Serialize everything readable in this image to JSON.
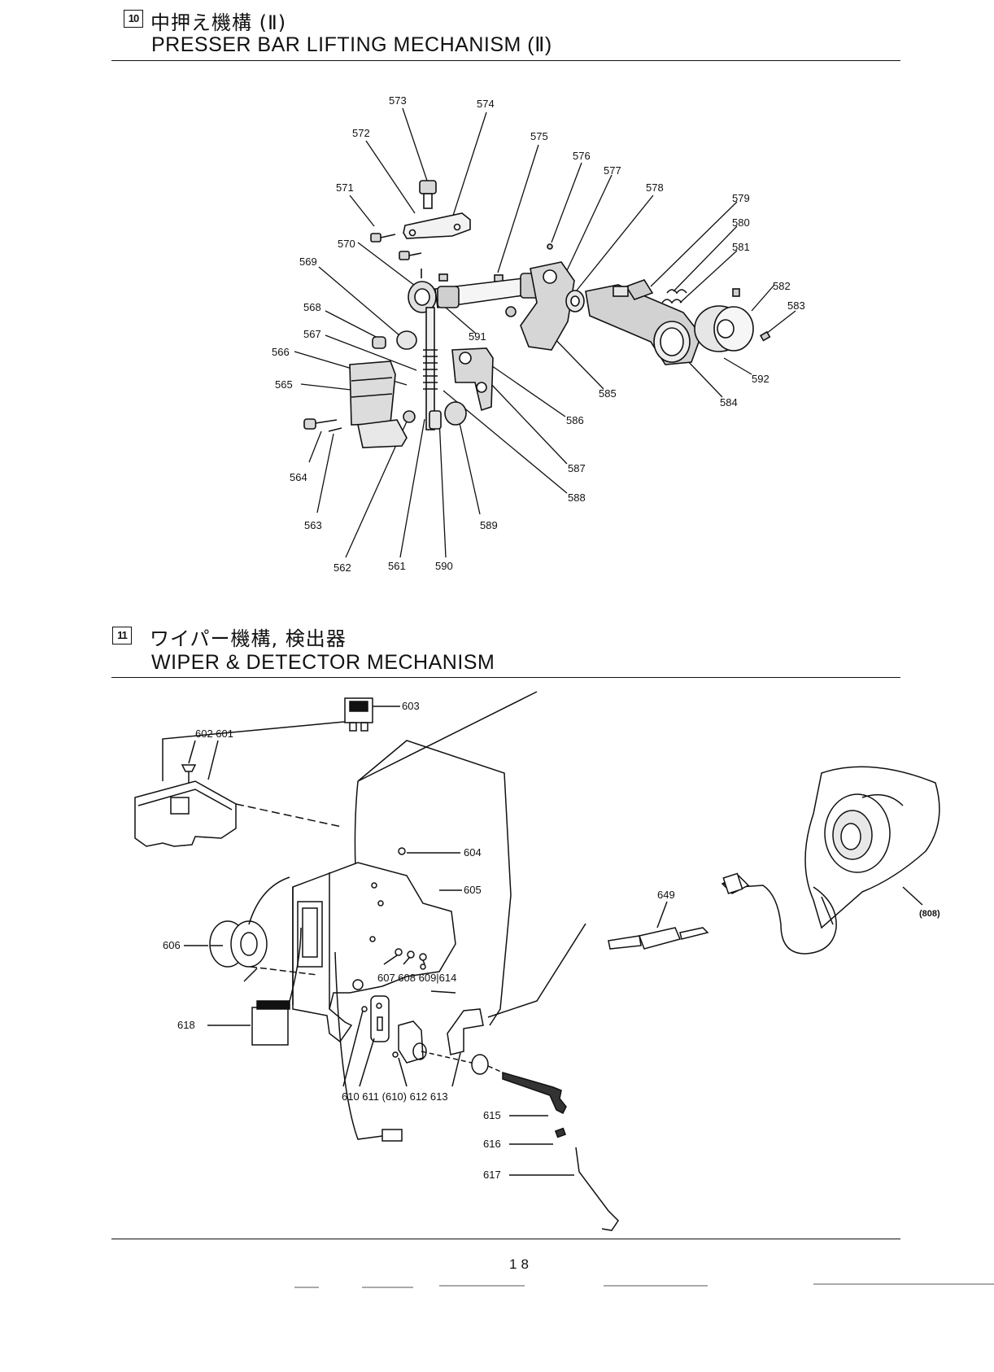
{
  "sections": [
    {
      "number": "10",
      "title_jp": "中押え機構 (Ⅱ)",
      "title_en": "PRESSER BAR LIFTING MECHANISM (Ⅱ)"
    },
    {
      "number": "11",
      "title_jp": "ワイパー機構, 検出器",
      "title_en": "WIPER & DETECTOR MECHANISM"
    }
  ],
  "diagram1_labels": [
    "573",
    "574",
    "572",
    "575",
    "576",
    "577",
    "578",
    "571",
    "579",
    "580",
    "581",
    "570",
    "582",
    "569",
    "583",
    "568",
    "591",
    "567",
    "566",
    "565",
    "585",
    "592",
    "586",
    "584",
    "564",
    "587",
    "588",
    "563",
    "589",
    "562",
    "561",
    "590"
  ],
  "diagram2_labels": [
    "603",
    "602 601",
    "604",
    "605",
    "649",
    "606",
    "(808)",
    "607 608 609|614",
    "618",
    "610 611 (610) 612 613",
    "615",
    "616",
    "617"
  ],
  "page_number": "18"
}
